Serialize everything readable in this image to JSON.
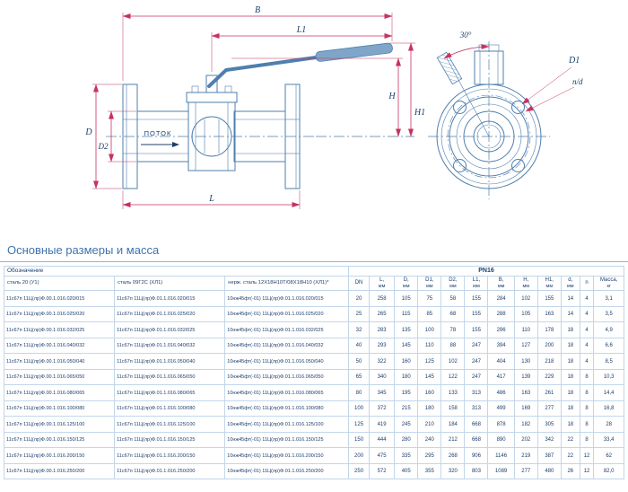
{
  "colors": {
    "line_blue": "#4e7fae",
    "dimension_red": "#c53360",
    "text_navy": "#1d3e6b",
    "accent_blue": "#3f74ad"
  },
  "drawing": {
    "labels": {
      "b": "B",
      "l1": "L1",
      "l": "L",
      "d": "D",
      "d2": "D2",
      "h": "H",
      "h1": "H1",
      "d1": "D1",
      "nd": "n/d",
      "angle": "30°",
      "flow": "ПОТОК"
    }
  },
  "section": {
    "title": "Основные размеры и масса"
  },
  "table": {
    "designation_header": "Обозначение",
    "pn_header": "PN16",
    "columns": [
      {
        "key": "steel20",
        "label": "сталь 20 (У1)",
        "unit": "",
        "kind": "designation"
      },
      {
        "key": "steel09g2s",
        "label": "сталь 09Г2С (ХЛ1)",
        "unit": "",
        "kind": "designation"
      },
      {
        "key": "stainless",
        "label": "нерж. сталь 12Х18Н10Т/08Х18Н10 (ХЛ1)*",
        "unit": "",
        "kind": "designation"
      },
      {
        "key": "dn",
        "label": "DN",
        "unit": "",
        "kind": "num"
      },
      {
        "key": "l",
        "label": "L,",
        "unit": "мм",
        "kind": "num"
      },
      {
        "key": "d",
        "label": "D,",
        "unit": "мм",
        "kind": "num"
      },
      {
        "key": "d1",
        "label": "D1,",
        "unit": "мм",
        "kind": "num"
      },
      {
        "key": "d2",
        "label": "D2,",
        "unit": "мм",
        "kind": "num"
      },
      {
        "key": "l1",
        "label": "L1,",
        "unit": "мм",
        "kind": "num"
      },
      {
        "key": "b",
        "label": "B,",
        "unit": "мм",
        "kind": "num"
      },
      {
        "key": "h",
        "label": "H,",
        "unit": "мм",
        "kind": "num"
      },
      {
        "key": "h1",
        "label": "H1,",
        "unit": "мм",
        "kind": "num"
      },
      {
        "key": "dhole",
        "label": "d,",
        "unit": "мм",
        "kind": "num"
      },
      {
        "key": "n",
        "label": "n",
        "unit": "",
        "kind": "num"
      },
      {
        "key": "mass",
        "label": "Масса,",
        "unit": "кг",
        "kind": "num"
      }
    ],
    "rows": [
      [
        "11с67п 11Ц(лр)Ф.00.1.016.020/015",
        "11с67п 11Ц(лр)Ф.01.1.016.020/015",
        "10нж45фт(-01) 11Ц(лр)Ф.01.1.016.020/015",
        "20",
        "258",
        "105",
        "75",
        "58",
        "155",
        "284",
        "102",
        "155",
        "14",
        "4",
        "3,1"
      ],
      [
        "11с67п 11Ц(лр)Ф.00.1.016.025/020",
        "11с67п 11Ц(лр)Ф.01.1.016.025/020",
        "10нж45фт(-01) 11Ц(лр)Ф.01.1.016.025/020",
        "25",
        "265",
        "115",
        "85",
        "68",
        "155",
        "288",
        "105",
        "163",
        "14",
        "4",
        "3,5"
      ],
      [
        "11с67п 11Ц(лр)Ф.00.1.016.032/025",
        "11с67п 11Ц(лр)Ф.01.1.016.032/025",
        "10нж45фт(-01) 11Ц(лр)Ф.01.1.016.032/025",
        "32",
        "283",
        "135",
        "100",
        "78",
        "155",
        "296",
        "110",
        "178",
        "18",
        "4",
        "4,9"
      ],
      [
        "11с67п 11Ц(лр)Ф.00.1.016.040/032",
        "11с67п 11Ц(лр)Ф.01.1.016.040/032",
        "10нж45фт(-01) 11Ц(лр)Ф.01.1.016.040/032",
        "40",
        "293",
        "145",
        "110",
        "88",
        "247",
        "394",
        "127",
        "200",
        "18",
        "4",
        "6,6"
      ],
      [
        "11с67п 11Ц(лр)Ф.00.1.016.050/040",
        "11с67п 11Ц(лр)Ф.01.1.016.050/040",
        "10нж45фт(-01) 11Ц(лр)Ф.01.1.016.050/040",
        "50",
        "322",
        "160",
        "125",
        "102",
        "247",
        "404",
        "130",
        "218",
        "18",
        "4",
        "8,5"
      ],
      [
        "11с67п 11Ц(лр)Ф.00.1.016.065/050",
        "11с67п 11Ц(лр)Ф.01.1.016.065/050",
        "10нж45фт(-01) 11Ц(лр)Ф.01.1.016.065/050",
        "65",
        "340",
        "180",
        "145",
        "122",
        "247",
        "417",
        "139",
        "229",
        "18",
        "8",
        "10,3"
      ],
      [
        "11с67п 11Ц(лр)Ф.00.1.016.080/065",
        "11с67п 11Ц(лр)Ф.01.1.016.080/065",
        "10нж45фт(-01) 11Ц(лр)Ф.01.1.016.080/065",
        "80",
        "345",
        "195",
        "160",
        "133",
        "313",
        "486",
        "163",
        "261",
        "18",
        "8",
        "14,4"
      ],
      [
        "11с67п 11Ц(лр)Ф.00.1.016.100/080",
        "11с67п 11Ц(лр)Ф.01.1.016.100/080",
        "10нж45фт(-01) 11Ц(лр)Ф.01.1.016.100/080",
        "100",
        "372",
        "215",
        "180",
        "158",
        "313",
        "499",
        "169",
        "277",
        "18",
        "8",
        "16,8"
      ],
      [
        "11с67п 11Ц(лр)Ф.00.1.016.125/100",
        "11с67п 11Ц(лр)Ф.01.1.016.125/100",
        "10нж45фт(-01) 11Ц(лр)Ф.01.1.016.125/100",
        "125",
        "419",
        "245",
        "210",
        "184",
        "668",
        "878",
        "182",
        "305",
        "18",
        "8",
        "28"
      ],
      [
        "11с67п 11Ц(лр)Ф.00.1.016.150/125",
        "11с67п 11Ц(лр)Ф.01.1.016.150/125",
        "10нж45фт(-01) 11Ц(лр)Ф.01.1.016.150/125",
        "150",
        "444",
        "280",
        "240",
        "212",
        "668",
        "890",
        "202",
        "342",
        "22",
        "8",
        "33,4"
      ],
      [
        "11с67п 11Ц(лр)Ф.00.1.016.200/150",
        "11с67п 11Ц(лр)Ф.01.1.016.200/150",
        "10нж45фт(-01) 11Ц(лр)Ф.01.1.016.200/150",
        "200",
        "475",
        "335",
        "295",
        "268",
        "906",
        "1146",
        "219",
        "387",
        "22",
        "12",
        "62"
      ],
      [
        "11с67п 11Ц(лр)Ф.00.1.016.250/200",
        "11с67п 11Ц(лр)Ф.01.1.016.250/200",
        "10нж45фт(-01) 11Ц(лр)Ф.01.1.016.250/200",
        "250",
        "572",
        "405",
        "355",
        "320",
        "803",
        "1089",
        "277",
        "480",
        "26",
        "12",
        "82,0"
      ]
    ]
  }
}
